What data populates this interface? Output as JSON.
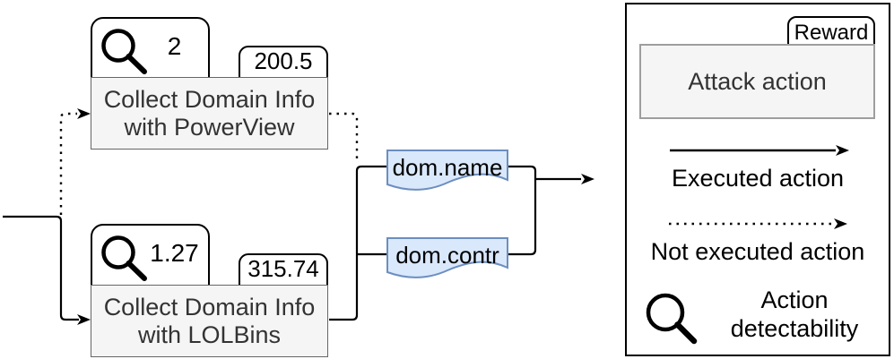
{
  "diagram": {
    "actions": [
      {
        "label_line1": "Collect Domain Info",
        "label_line2": "with PowerView",
        "detectability": "2",
        "reward": "200.5",
        "executed": false
      },
      {
        "label_line1": "Collect Domain Info",
        "label_line2": "with LOLBins",
        "detectability": "1.27",
        "reward": "315.74",
        "executed": true
      }
    ],
    "artifacts": [
      {
        "label": "dom.name"
      },
      {
        "label": "dom.contr"
      }
    ]
  },
  "legend": {
    "reward_tab": "Reward",
    "attack_action": "Attack action",
    "executed": "Executed action",
    "not_executed": "Not executed action",
    "detectability_line1": "Action",
    "detectability_line2": "detectability"
  },
  "colors": {
    "action_fill": "#f5f5f5",
    "action_border": "#666666",
    "action_text": "#333333",
    "artifact_fill": "#dae8fc",
    "artifact_border": "#6c8ebf",
    "tab_fill": "#ffffff",
    "tab_border": "#000000",
    "line": "#000000"
  }
}
